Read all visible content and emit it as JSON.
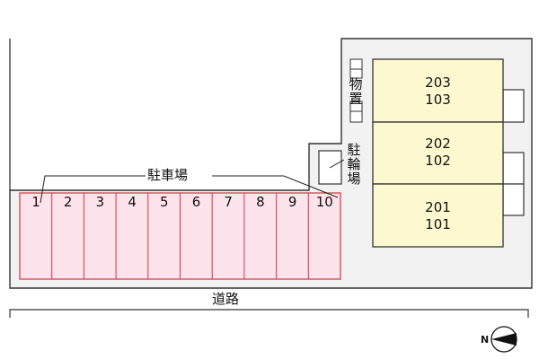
{
  "labels": {
    "parking": "駐車場",
    "bicycle_parking": [
      "駐",
      "輪",
      "場"
    ],
    "storage": [
      "物",
      "置"
    ],
    "road": "道路",
    "north": "N"
  },
  "parking_stalls": [
    "1",
    "2",
    "3",
    "4",
    "5",
    "6",
    "7",
    "8",
    "9",
    "10"
  ],
  "units": [
    {
      "upper": "203",
      "lower": "103"
    },
    {
      "upper": "202",
      "lower": "102"
    },
    {
      "upper": "201",
      "lower": "101"
    }
  ],
  "colors": {
    "lot_fill": "#f2f2f2",
    "parking_fill": "#fde4ec",
    "parking_stroke": "#d9303f",
    "building_fill": "#fdf8cf",
    "outline": "#333333"
  }
}
